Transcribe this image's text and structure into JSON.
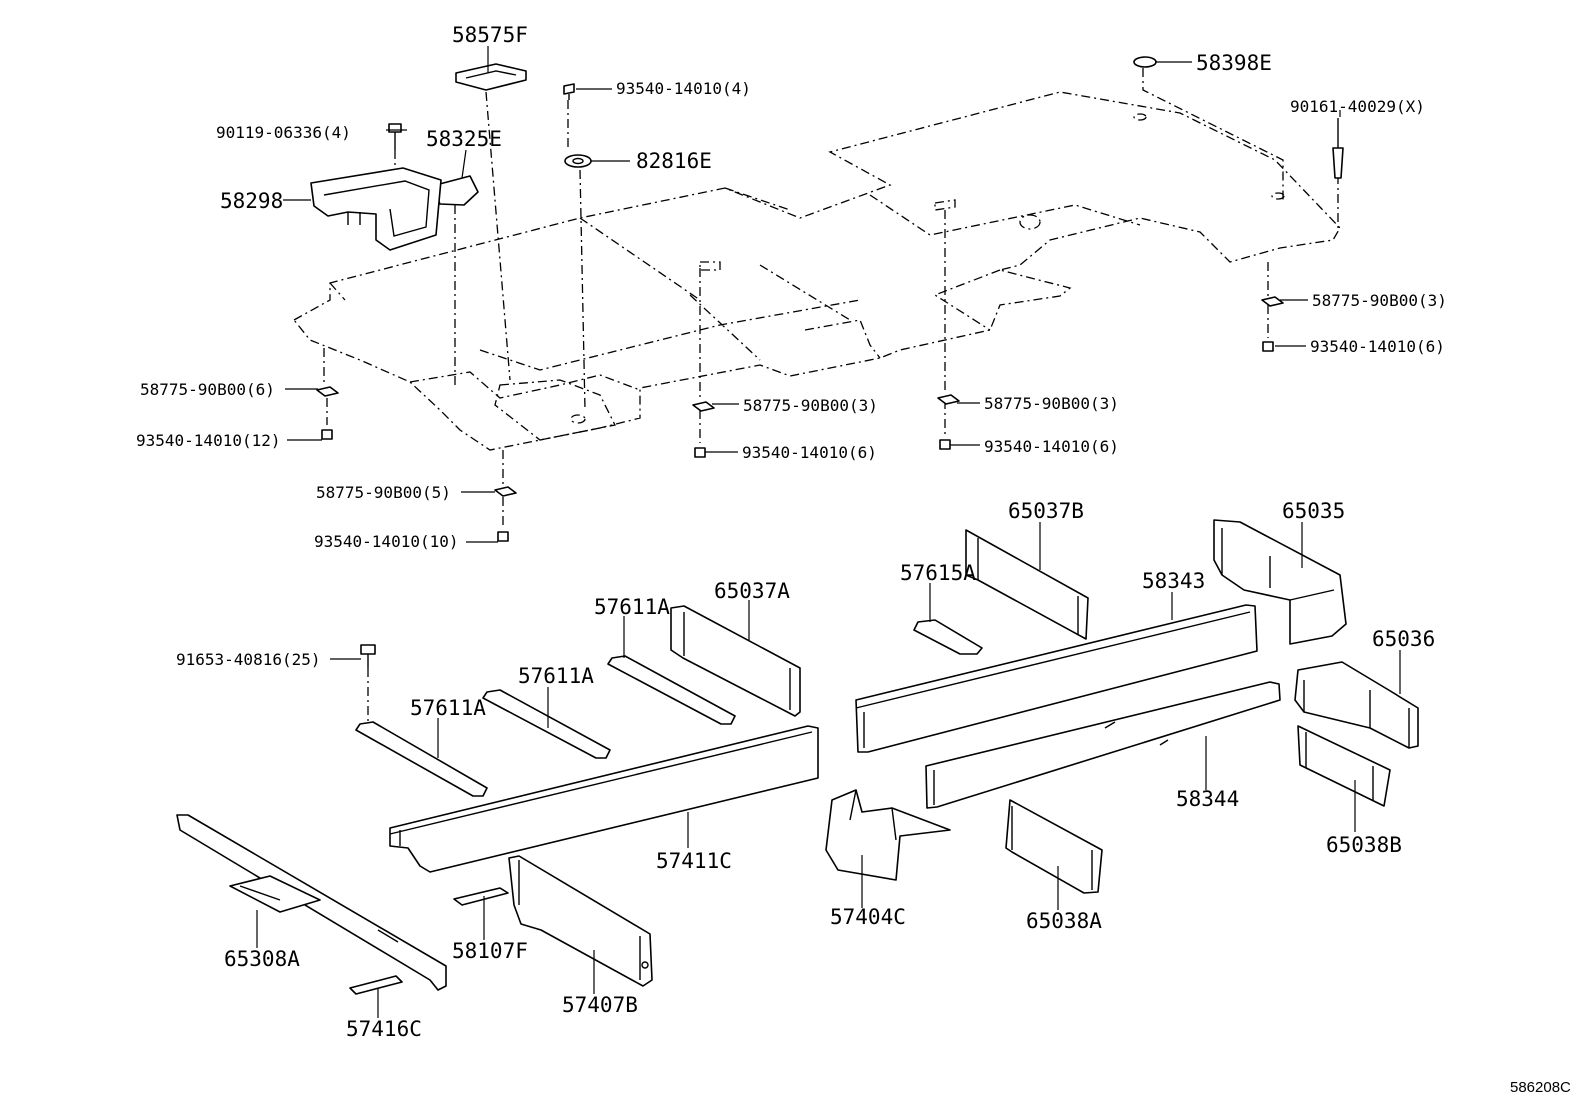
{
  "labels": {
    "p58575F": "58575F",
    "p93540_4": "93540-14010(4)",
    "p58398E": "58398E",
    "p90161": "90161-40029(X)",
    "p90119": "90119-06336(4)",
    "p58325E": "58325E",
    "p82816E": "82816E",
    "p58298": "58298",
    "p58775_3r": "58775-90B00(3)",
    "p93540_6r": "93540-14010(6)",
    "p58775_6": "58775-90B00(6)",
    "p93540_12": "93540-14010(12)",
    "p58775_3a": "58775-90B00(3)",
    "p93540_6a": "93540-14010(6)",
    "p58775_3b": "58775-90B00(3)",
    "p93540_6b": "93540-14010(6)",
    "p58775_5": "58775-90B00(5)",
    "p93540_10": "93540-14010(10)",
    "p65037B": "65037B",
    "p65035": "65035",
    "p57615A": "57615A",
    "p58343": "58343",
    "p57611A_top": "57611A",
    "p65037A": "65037A",
    "p65036": "65036",
    "p91653": "91653-40816(25)",
    "p57611A_mid": "57611A",
    "p57611A_low": "57611A",
    "p58344": "58344",
    "p65038B": "65038B",
    "p57411C": "57411C",
    "p57404C": "57404C",
    "p65038A": "65038A",
    "p65308A": "65308A",
    "p58107F": "58107F",
    "p57407B": "57407B",
    "p57416C": "57416C"
  },
  "diagram_code": "586208C"
}
